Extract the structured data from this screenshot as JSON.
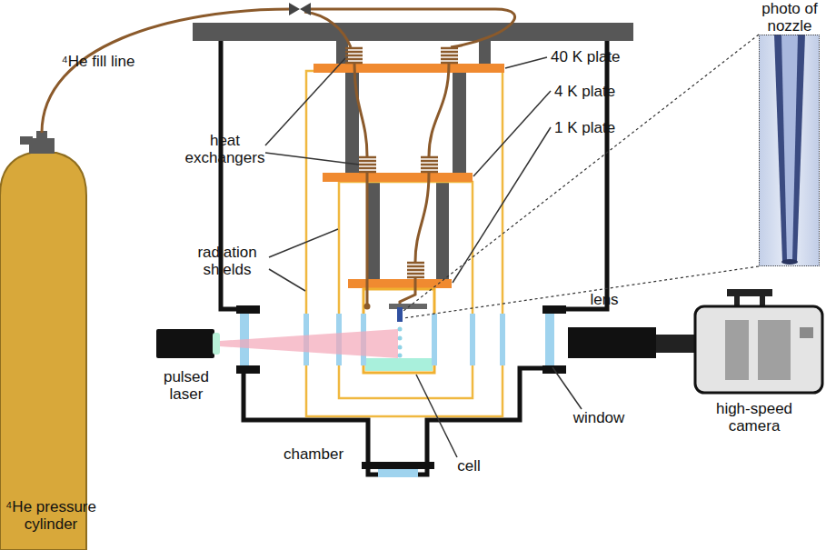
{
  "diagram": {
    "nodes": [
      {
        "text": [
          "photo of nozzle"
        ]
      }
    ],
    "labels": [
      "⁴He fill line",
      "heat exchangers",
      "radiation shields",
      "pulsed laser",
      "chamber",
      "cell",
      "window",
      "lens",
      "40 K plate",
      "4 K plate",
      "1 K plate",
      "high-speed camera",
      "⁴He pressure cylinder"
    ]
  }
}
